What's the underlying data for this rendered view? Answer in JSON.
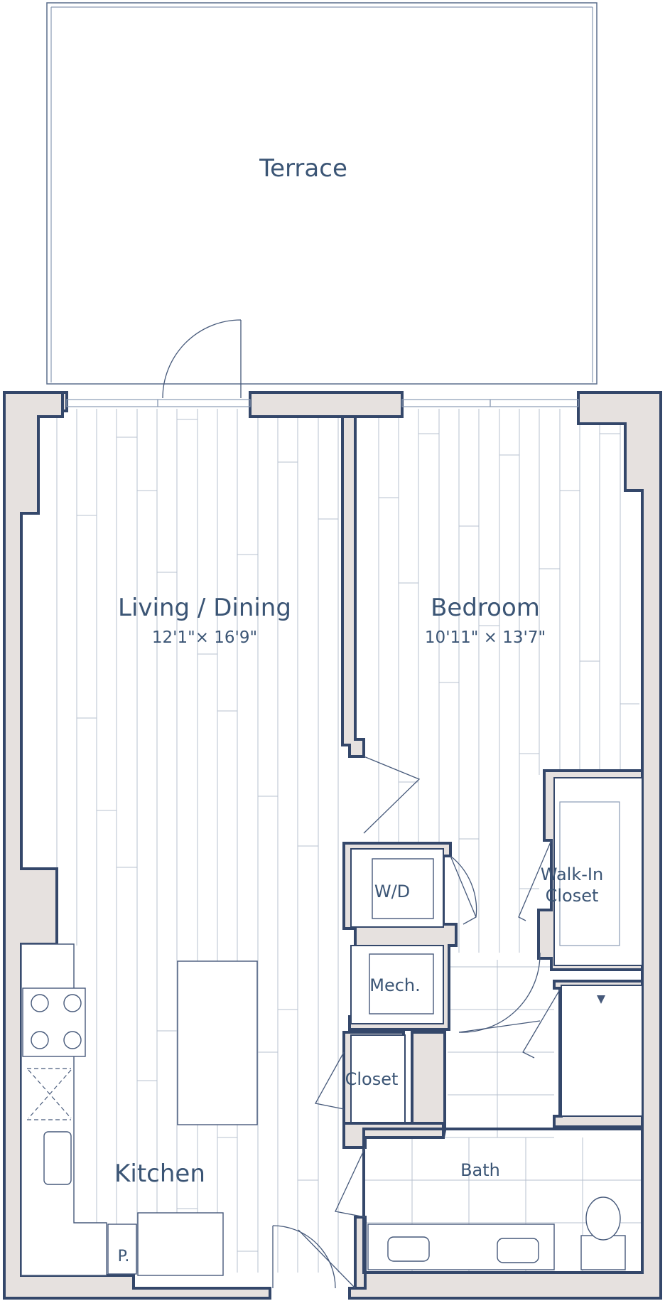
{
  "rooms": {
    "terrace": {
      "name": "Terrace"
    },
    "living": {
      "name": "Living / Dining",
      "dims": "12'1\"× 16'9\""
    },
    "bedroom": {
      "name": "Bedroom",
      "dims": "10'11\" × 13'7\""
    },
    "walkin": {
      "line1": "Walk-In",
      "line2": "Closet"
    },
    "wd": {
      "name": "W/D"
    },
    "mech": {
      "name": "Mech."
    },
    "closet": {
      "name": "Closet"
    },
    "bath": {
      "name": "Bath"
    },
    "kitchen": {
      "name": "Kitchen"
    },
    "pantry": {
      "name": "P."
    }
  },
  "colors": {
    "wall_line": "#34476a",
    "wall_fill": "#e6e1df",
    "label_text": "#3b5575",
    "floor_line": "#b7c1cf"
  }
}
